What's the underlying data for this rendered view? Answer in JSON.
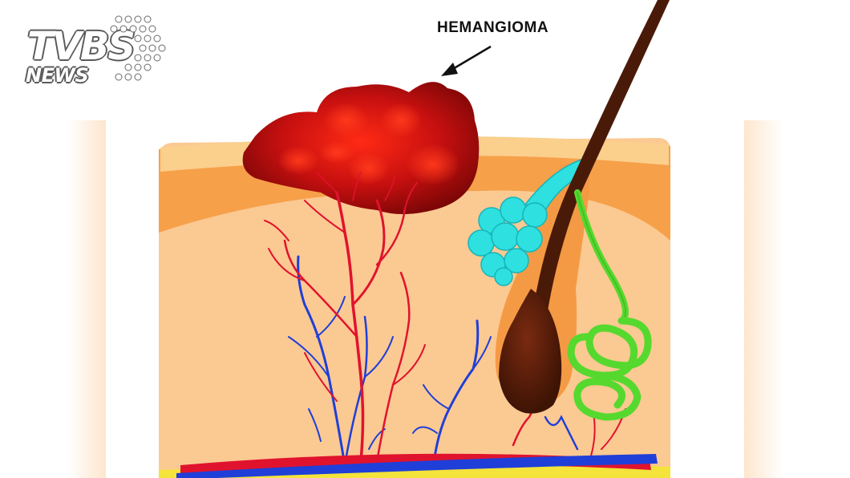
{
  "watermark": {
    "brand": "TVBS",
    "sub": "NEWS"
  },
  "annotation": {
    "label": "HEMANGIOMA"
  },
  "colors": {
    "background": "#ffffff",
    "skin_base": "#fbc992",
    "skin_mid": "#f6a04a",
    "skin_top": "#fbcf8c",
    "hemangioma": "#c41212",
    "artery": "#e0132e",
    "vein": "#1f3fd8",
    "hair": "#4a1a08",
    "sebaceous_gland": "#2ee0e0",
    "sweat_gland": "#55d92e",
    "fat": "#f3e33a"
  }
}
